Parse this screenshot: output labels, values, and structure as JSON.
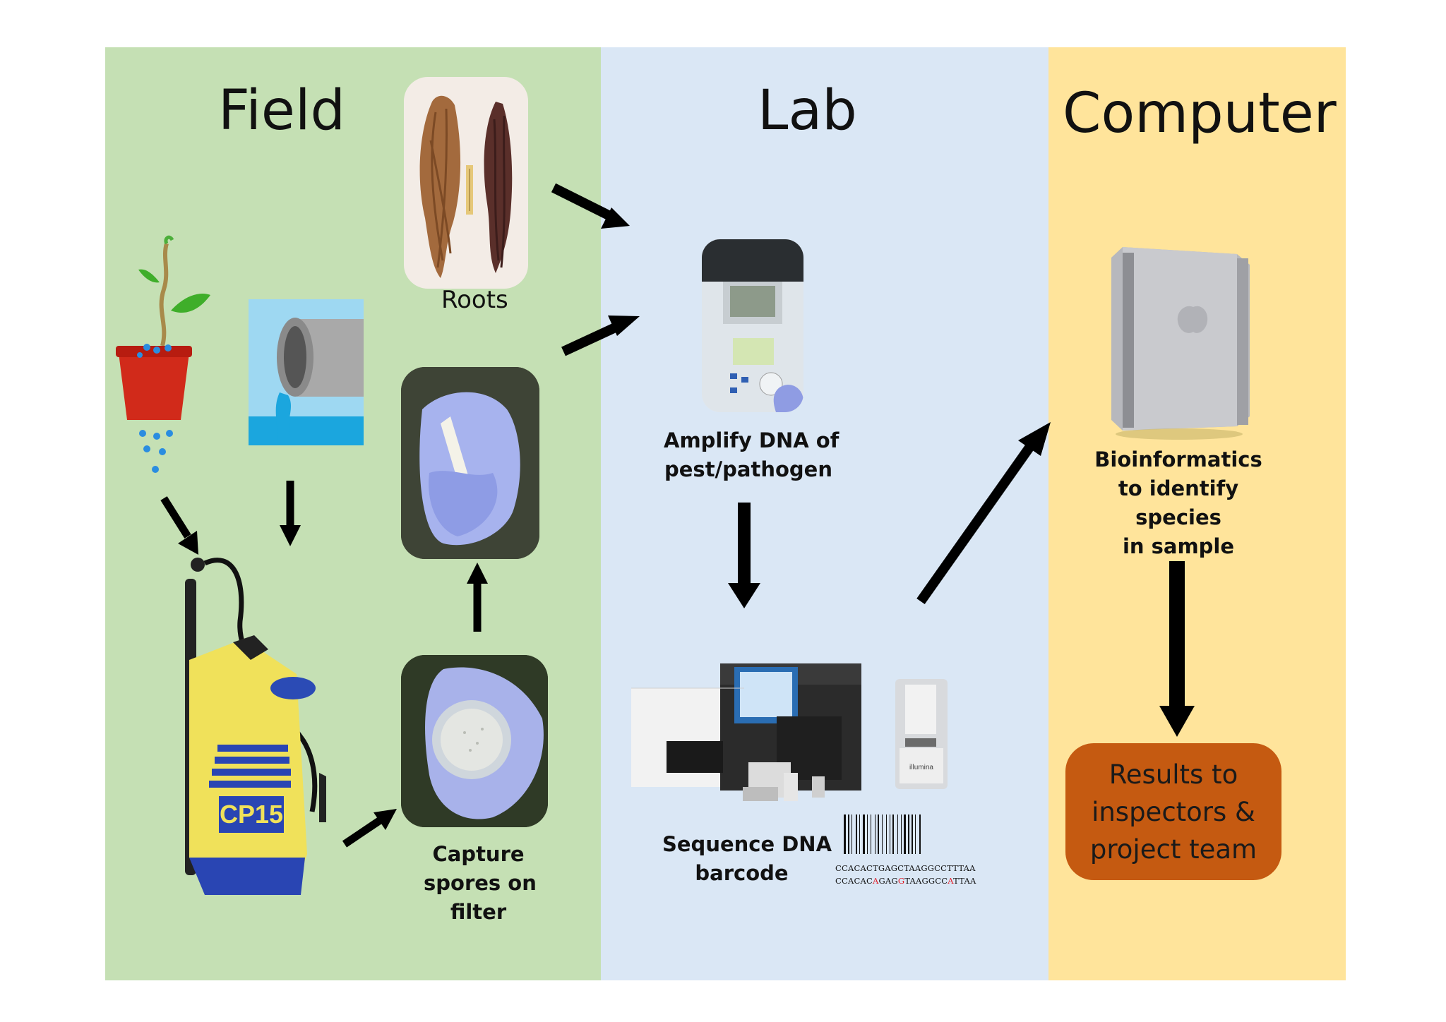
{
  "panels": {
    "field": {
      "title": "Field",
      "color": "#c5e0b4"
    },
    "lab": {
      "title": "Lab",
      "color": "#dae7f5"
    },
    "computer": {
      "title": "Computer",
      "color": "#ffe49b"
    }
  },
  "labels": {
    "roots": "Roots",
    "capture": [
      "Capture",
      "spores on",
      "filter"
    ],
    "amplify": [
      "Amplify DNA of",
      "pest/pathogen"
    ],
    "sequence": [
      "Sequence DNA",
      "barcode"
    ],
    "bioinformatics": [
      "Bioinformatics",
      "to identify",
      "species",
      "in sample"
    ]
  },
  "result_box": {
    "lines": [
      "Results to",
      "inspectors &",
      "project team"
    ],
    "color": "#c55a11"
  },
  "sprayer_text": "CP15",
  "illumina_text": "illumina",
  "sequences": {
    "line1": "CCACACTGAGCTAAGGCCTTTAA",
    "line2_parts": [
      "CCACAC",
      "A",
      "GAG",
      "G",
      "TAAGGCC",
      "A",
      "TTAA"
    ]
  },
  "icons": [
    "potted-plant-icon",
    "water-pipe-icon",
    "roots-photo",
    "tube-photo",
    "filter-photo",
    "pcr-machine-photo",
    "sequencer-photo",
    "flow-cell-icon",
    "barcode-icon",
    "mac-pro-tower-icon",
    "backpack-sprayer-icon"
  ]
}
